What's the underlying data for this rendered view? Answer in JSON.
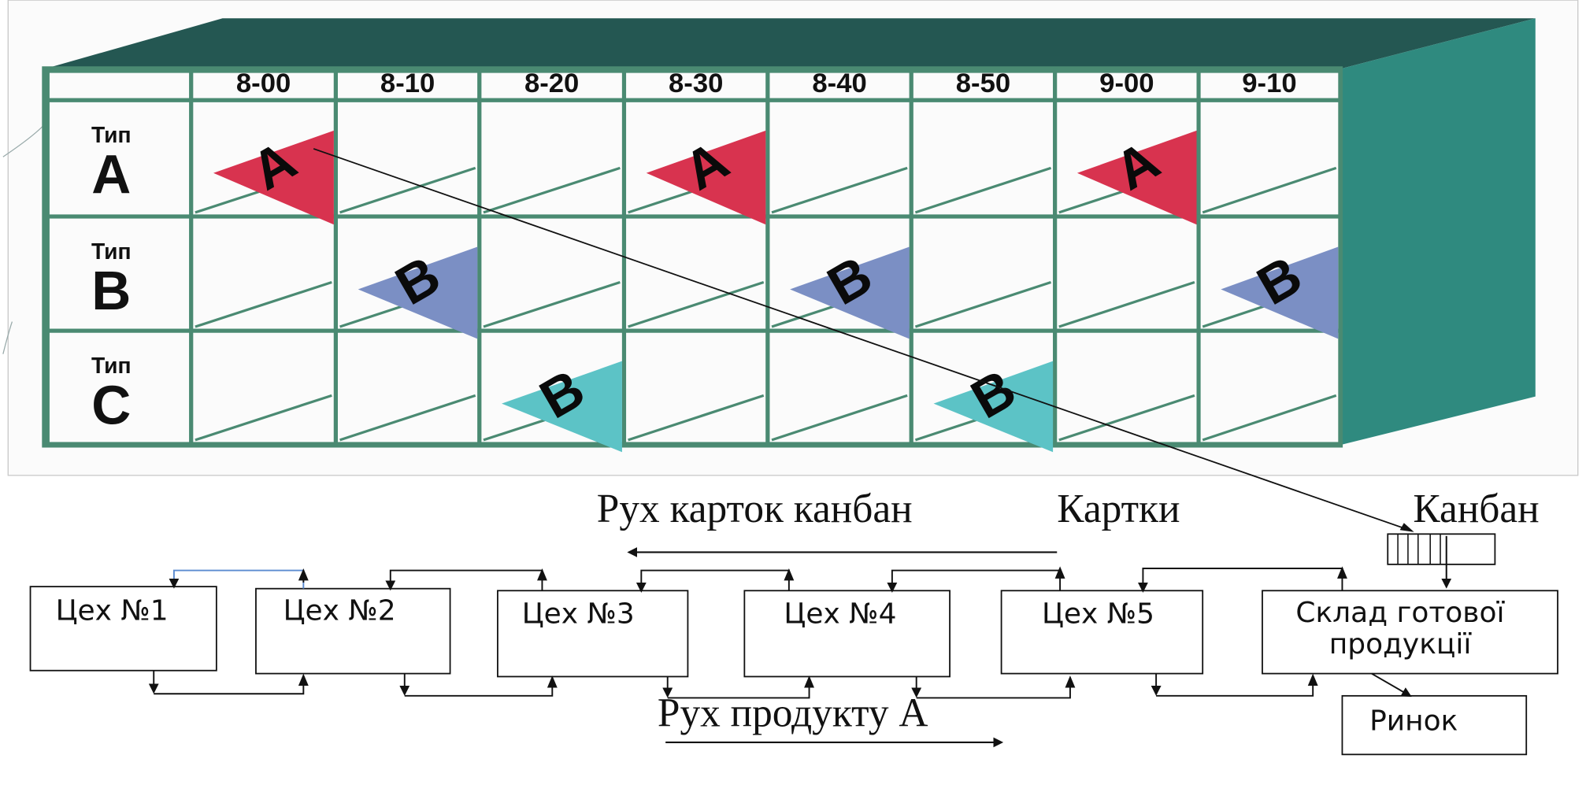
{
  "colors": {
    "board_face": "#2f5f58",
    "board_top": "#245752",
    "board_side": "#2f8a7f",
    "grid_line": "#4a8a72",
    "card_a": "#d8334f",
    "card_b": "#7b8fc4",
    "card_c": "#5cc3c6",
    "arrow_blue": "#5b8bd0"
  },
  "board": {
    "time_slots": [
      "8-00",
      "8-10",
      "8-20",
      "8-30",
      "8-40",
      "8-50",
      "9-00",
      "9-10"
    ],
    "rows": [
      {
        "type_word": "Тип",
        "type_letter": "A"
      },
      {
        "type_word": "Тип",
        "type_letter": "B"
      },
      {
        "type_word": "Тип",
        "type_letter": "C"
      }
    ],
    "cards": [
      {
        "row": 0,
        "slot": 0,
        "letter": "A",
        "color": "#d8334f"
      },
      {
        "row": 0,
        "slot": 3,
        "letter": "A",
        "color": "#d8334f"
      },
      {
        "row": 0,
        "slot": 6,
        "letter": "A",
        "color": "#d8334f"
      },
      {
        "row": 1,
        "slot": 1,
        "letter": "B",
        "color": "#7b8fc4"
      },
      {
        "row": 1,
        "slot": 4,
        "letter": "B",
        "color": "#7b8fc4"
      },
      {
        "row": 1,
        "slot": 7,
        "letter": "B",
        "color": "#7b8fc4"
      },
      {
        "row": 2,
        "slot": 2,
        "letter": "B",
        "color": "#5cc3c6"
      },
      {
        "row": 2,
        "slot": 5,
        "letter": "B",
        "color": "#5cc3c6"
      }
    ]
  },
  "labels": {
    "card_flow": "Рух карток канбан",
    "cards": "Картки",
    "kanban": "Канбан",
    "product_flow": "Рух продукту А"
  },
  "workshops": [
    "Цех №1",
    "Цех №2",
    "Цех №3",
    "Цех №4",
    "Цех №5"
  ],
  "warehouse": {
    "line1": "Склад готової",
    "line2": "продукції"
  },
  "market": "Ринок"
}
